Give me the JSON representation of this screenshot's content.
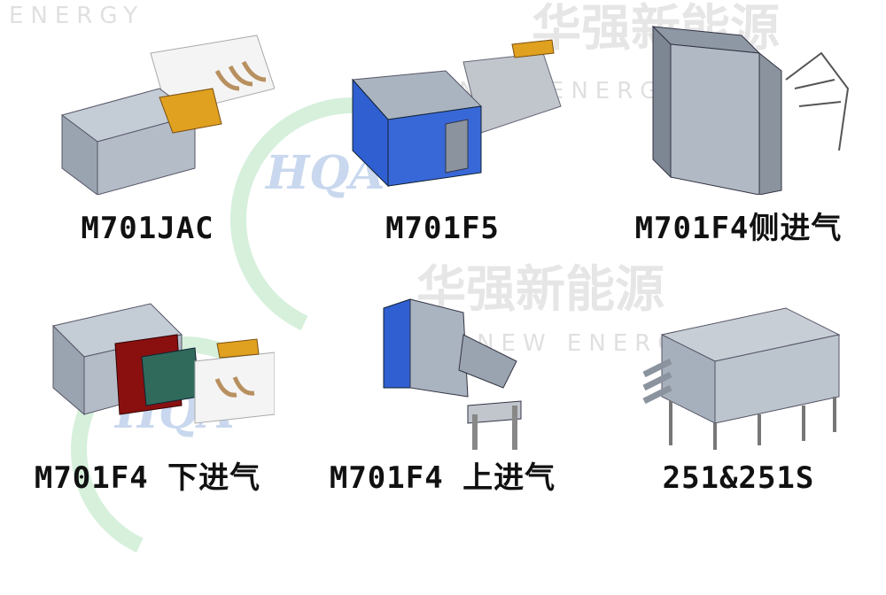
{
  "watermark": {
    "logo": "HQA",
    "cn": "华强新能源",
    "en": "HQA NEW ENERGY",
    "en_partial": "ENERGY"
  },
  "models": [
    {
      "label": "M701JAC"
    },
    {
      "label": "M701F5"
    },
    {
      "label": "M701F4侧进气"
    },
    {
      "label": "M701F4 下进气"
    },
    {
      "label": "M701F4 上进气"
    },
    {
      "label": "251&251S"
    }
  ],
  "colors": {
    "panel": "#a9b3bf",
    "blue": "#2f5fd0",
    "orange": "#e0a020",
    "red": "#8a1010"
  }
}
